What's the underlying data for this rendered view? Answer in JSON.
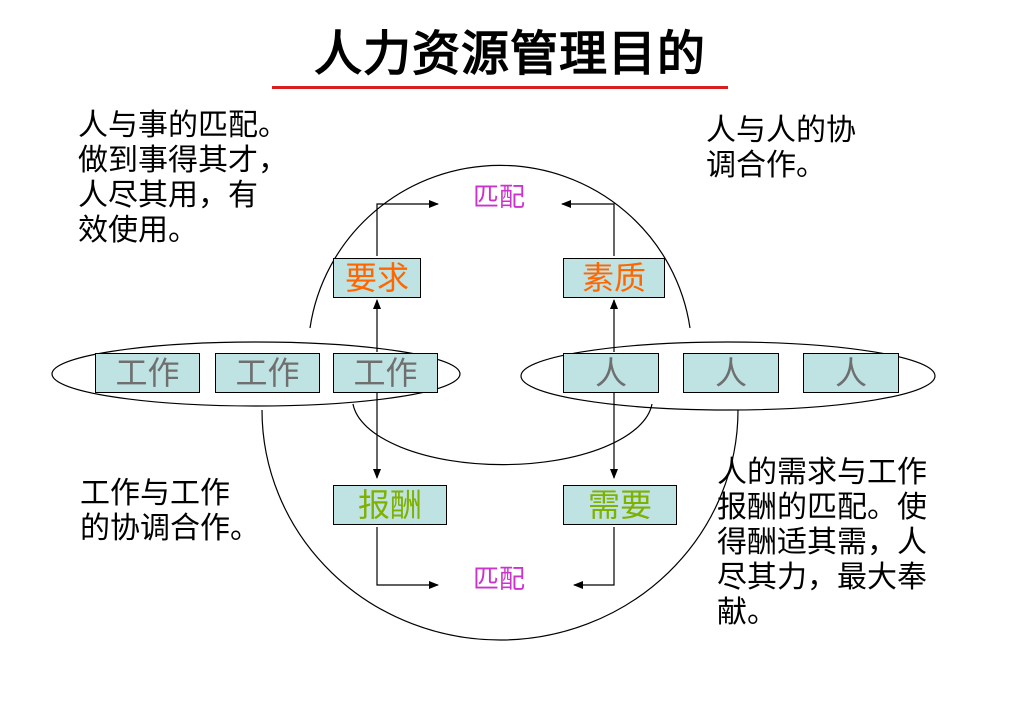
{
  "title": "人力资源管理目的",
  "colors": {
    "title_underline": "#d81e1e",
    "box_fill": "#bfe3e3",
    "orange_text": "#ff6600",
    "green_text": "#80b000",
    "match_text": "#cc33cc",
    "gray_text": "#6f6f6f"
  },
  "notes": {
    "top_left": "人与事的匹配。\n做到事得其才，\n人尽其用，有\n效使用。",
    "top_right": "人与人的协\n调合作。",
    "bottom_left": "工作与工作\n的协调合作。",
    "bottom_right": "人的需求与工作\n报酬的匹配。使\n得酬适其需，人\n尽其力，最大奉\n献。"
  },
  "match_label": "匹配",
  "boxes": {
    "work": [
      "工作",
      "工作",
      "工作"
    ],
    "people": [
      "人",
      "人",
      "人"
    ],
    "requirement": "要求",
    "quality": "素质",
    "reward": "报酬",
    "need": "需要"
  }
}
